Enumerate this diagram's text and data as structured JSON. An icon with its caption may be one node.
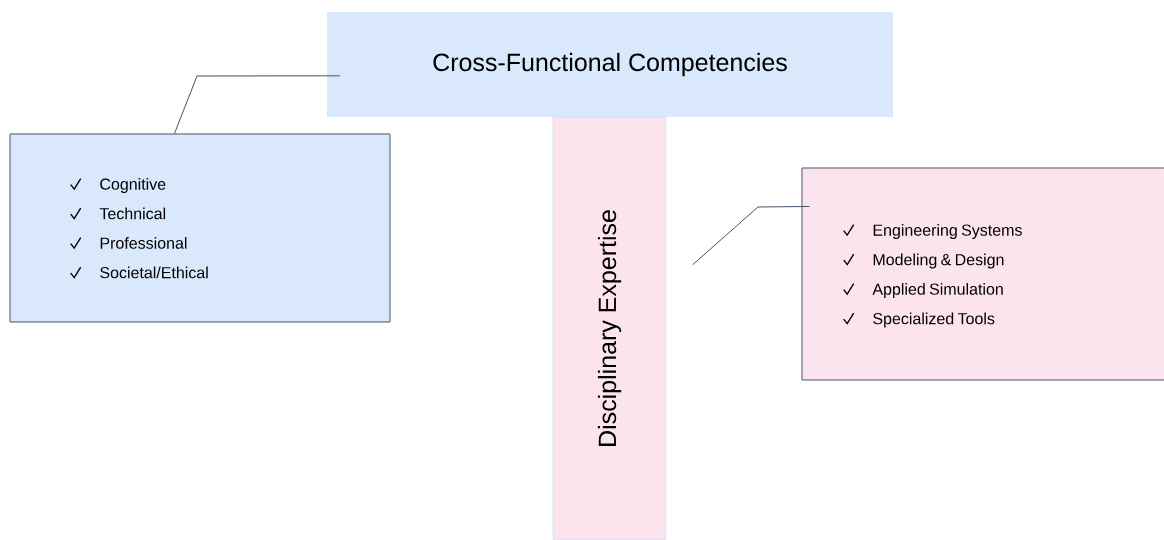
{
  "diagram": {
    "nodes": [
      {
        "text": [
          "Cross-Functional Competencies"
        ]
      },
      {
        "text": [
          "Cognitive",
          "Technical",
          "Professional",
          "Societal/Ethical"
        ]
      },
      {
        "text": [
          "Disciplinary Expertise"
        ]
      },
      {
        "text": [
          "Engineering Systems",
          "Modeling & Design",
          "Applied Simulation",
          "Specialized Tools"
        ]
      }
    ],
    "edges": [
      {
        "from": 1,
        "to": 0,
        "arrow": "none"
      },
      {
        "from": 3,
        "to": 2,
        "arrow": "none"
      }
    ]
  }
}
